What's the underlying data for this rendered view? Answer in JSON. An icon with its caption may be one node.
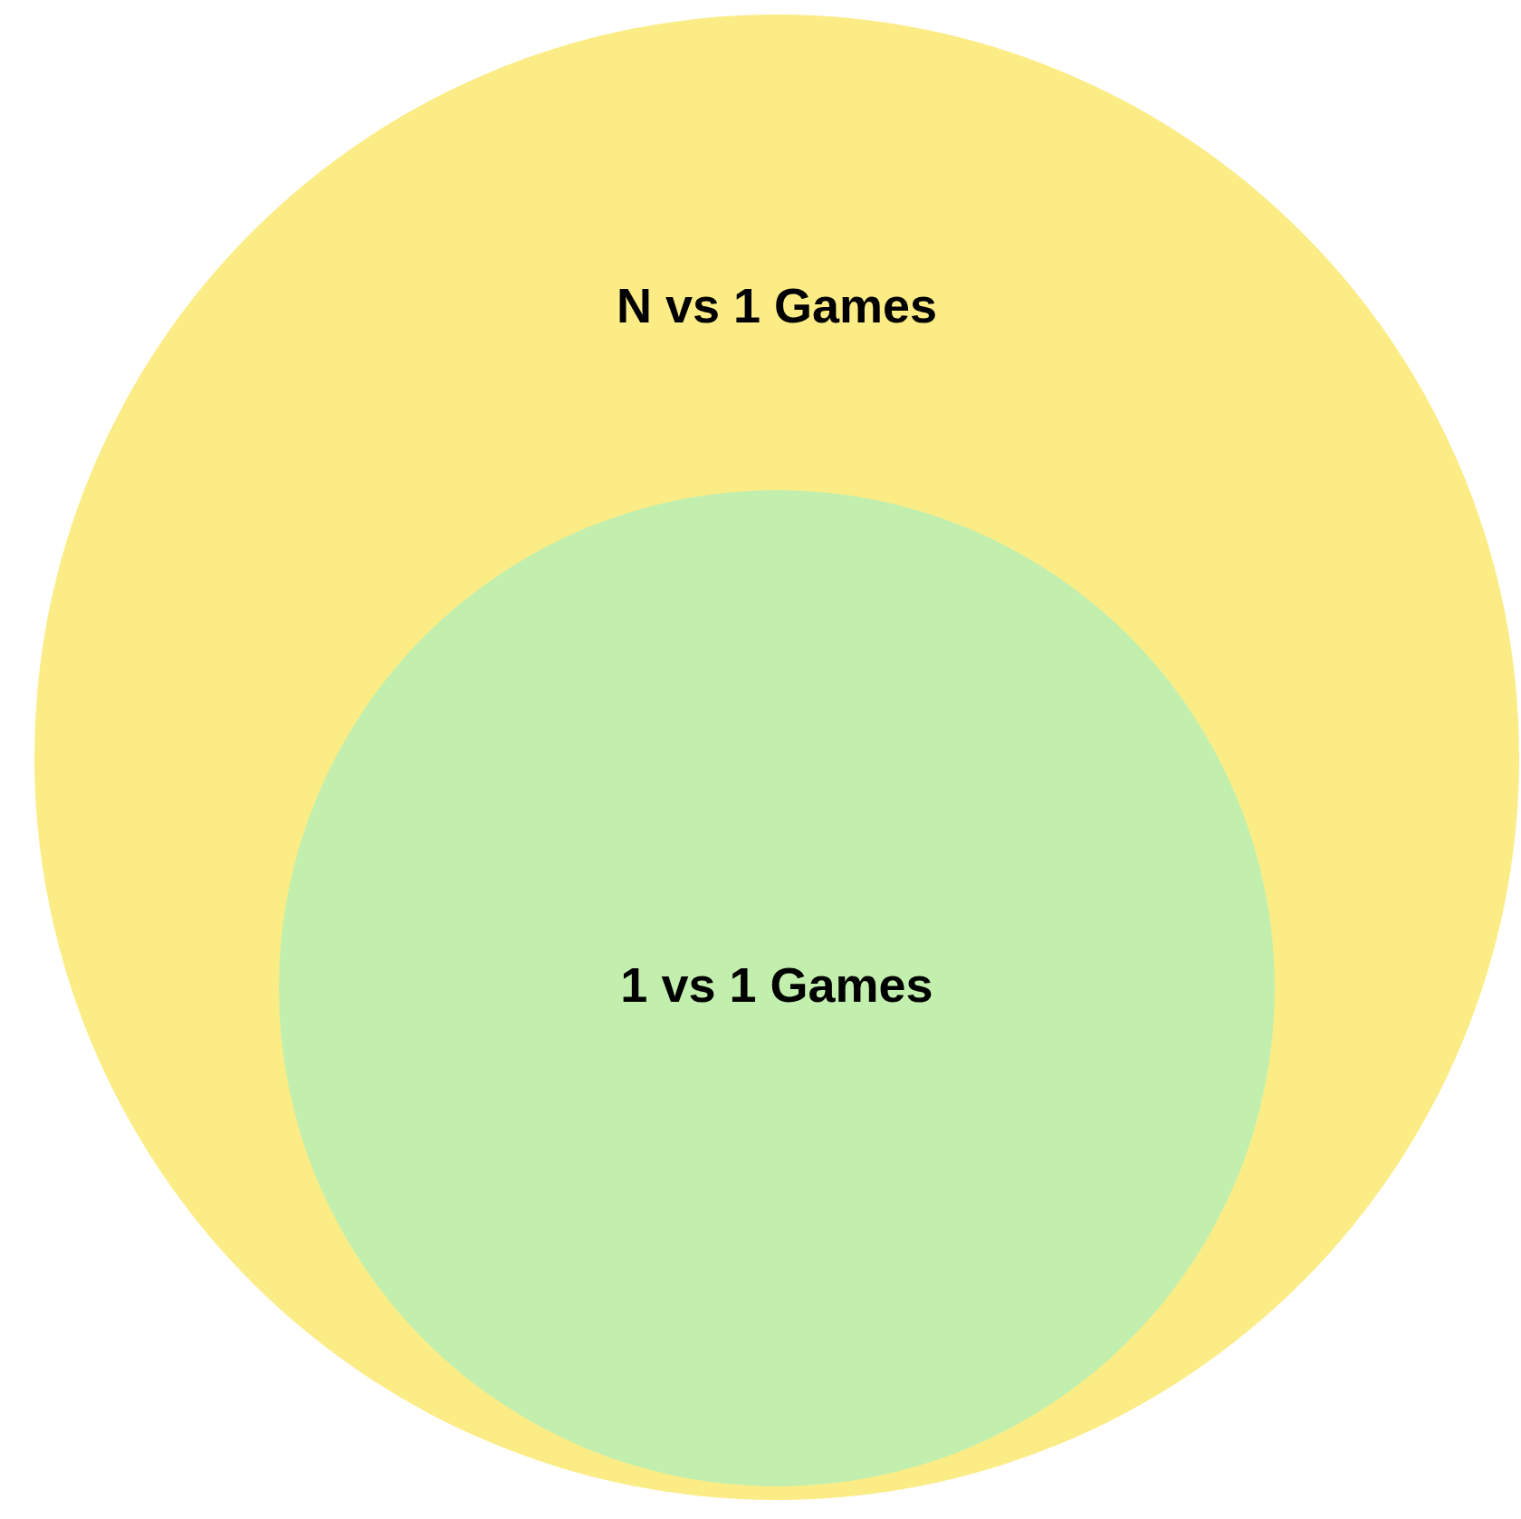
{
  "diagram": {
    "nodes": [
      {
        "text": [
          "N vs 1 Games"
        ]
      },
      {
        "text": [
          "1 vs 1 Games"
        ],
        "in": 0
      }
    ]
  }
}
